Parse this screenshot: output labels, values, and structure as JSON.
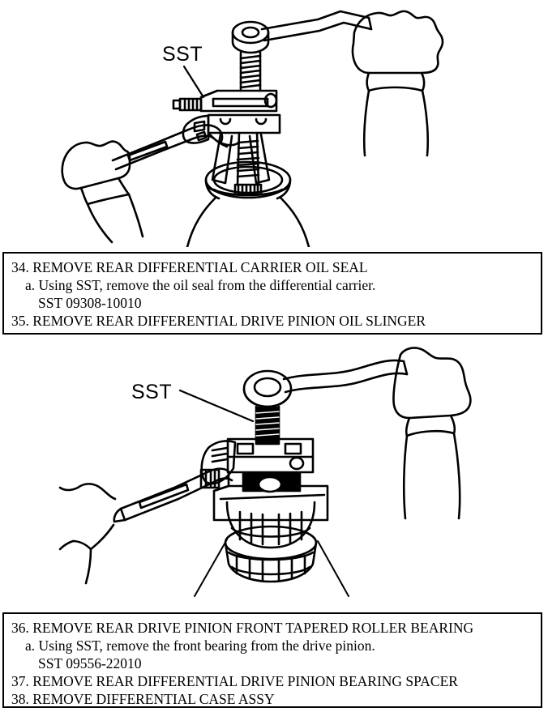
{
  "document": {
    "type": "service-manual-page",
    "ink_color": "#000000",
    "background_color": "#ffffff"
  },
  "figures": [
    {
      "id": "figure-oil-seal",
      "caption_label": "SST",
      "description": "Two hands using SST puller to remove rear differential carrier oil seal",
      "tool_name": "SST"
    },
    {
      "id": "figure-bearing",
      "caption_label": "SST",
      "description": "Two hands using SST puller to remove rear drive pinion front tapered roller bearing",
      "tool_name": "SST"
    }
  ],
  "instructions_upper": {
    "lines": [
      {
        "indent": "main",
        "text": "34. REMOVE REAR DIFFERENTIAL CARRIER OIL SEAL"
      },
      {
        "indent": "sub",
        "text": "a. Using SST, remove the oil seal from the differential carrier."
      },
      {
        "indent": "part",
        "text": "SST 09308-10010"
      },
      {
        "indent": "main",
        "text": "35. REMOVE REAR DIFFERENTIAL DRIVE PINION OIL SLINGER"
      }
    ]
  },
  "instructions_lower": {
    "lines": [
      {
        "indent": "main",
        "text": "36. REMOVE REAR DRIVE PINION FRONT TAPERED ROLLER BEARING"
      },
      {
        "indent": "sub",
        "text": "a. Using SST, remove the front bearing from the drive pinion."
      },
      {
        "indent": "part",
        "text": "SST 09556-22010"
      },
      {
        "indent": "main",
        "text": "37. REMOVE REAR DIFFERENTIAL DRIVE PINION BEARING SPACER"
      },
      {
        "indent": "main",
        "text": "38. REMOVE DIFFERENTIAL CASE ASSY"
      }
    ]
  }
}
